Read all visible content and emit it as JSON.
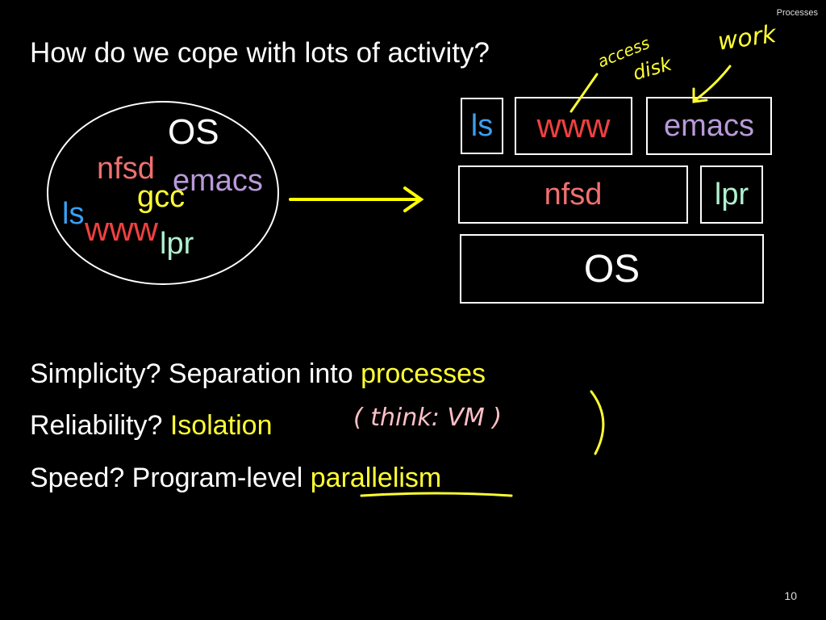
{
  "header": {
    "section_label": "Processes"
  },
  "title": "How do we cope with lots of activity?",
  "left_diagram": {
    "os_label": "OS",
    "processes": [
      {
        "label": "nfsd",
        "color": "#f07070"
      },
      {
        "label": "emacs",
        "color": "#b89ad8"
      },
      {
        "label": "gcc",
        "color": "#ffff33"
      },
      {
        "label": "ls",
        "color": "#3aa0f0"
      },
      {
        "label": "www",
        "color": "#f04040"
      },
      {
        "label": "lpr",
        "color": "#b0f0d0"
      }
    ]
  },
  "right_diagram": {
    "boxes": [
      {
        "label": "ls",
        "color": "#3aa0f0"
      },
      {
        "label": "www",
        "color": "#f04040"
      },
      {
        "label": "emacs",
        "color": "#b89ad8"
      },
      {
        "label": "nfsd",
        "color": "#f07070"
      },
      {
        "label": "lpr",
        "color": "#b0f0d0"
      },
      {
        "label": "OS",
        "color": "#ffffff"
      }
    ]
  },
  "annotations": {
    "access_disk": [
      "access",
      "disk"
    ],
    "work": "work",
    "think_vm": "( think: VM )"
  },
  "bullets": [
    {
      "prefix": "Simplicity? Separation into ",
      "highlight": "processes"
    },
    {
      "prefix": "Reliability? ",
      "highlight": "Isolation"
    },
    {
      "prefix": "Speed? Program-level ",
      "highlight": "parallelism"
    }
  ],
  "page_number": "10",
  "colors": {
    "highlight": "#ffff33",
    "annotation_pink": "#ffc0c8",
    "arrow": "#ffff00"
  }
}
